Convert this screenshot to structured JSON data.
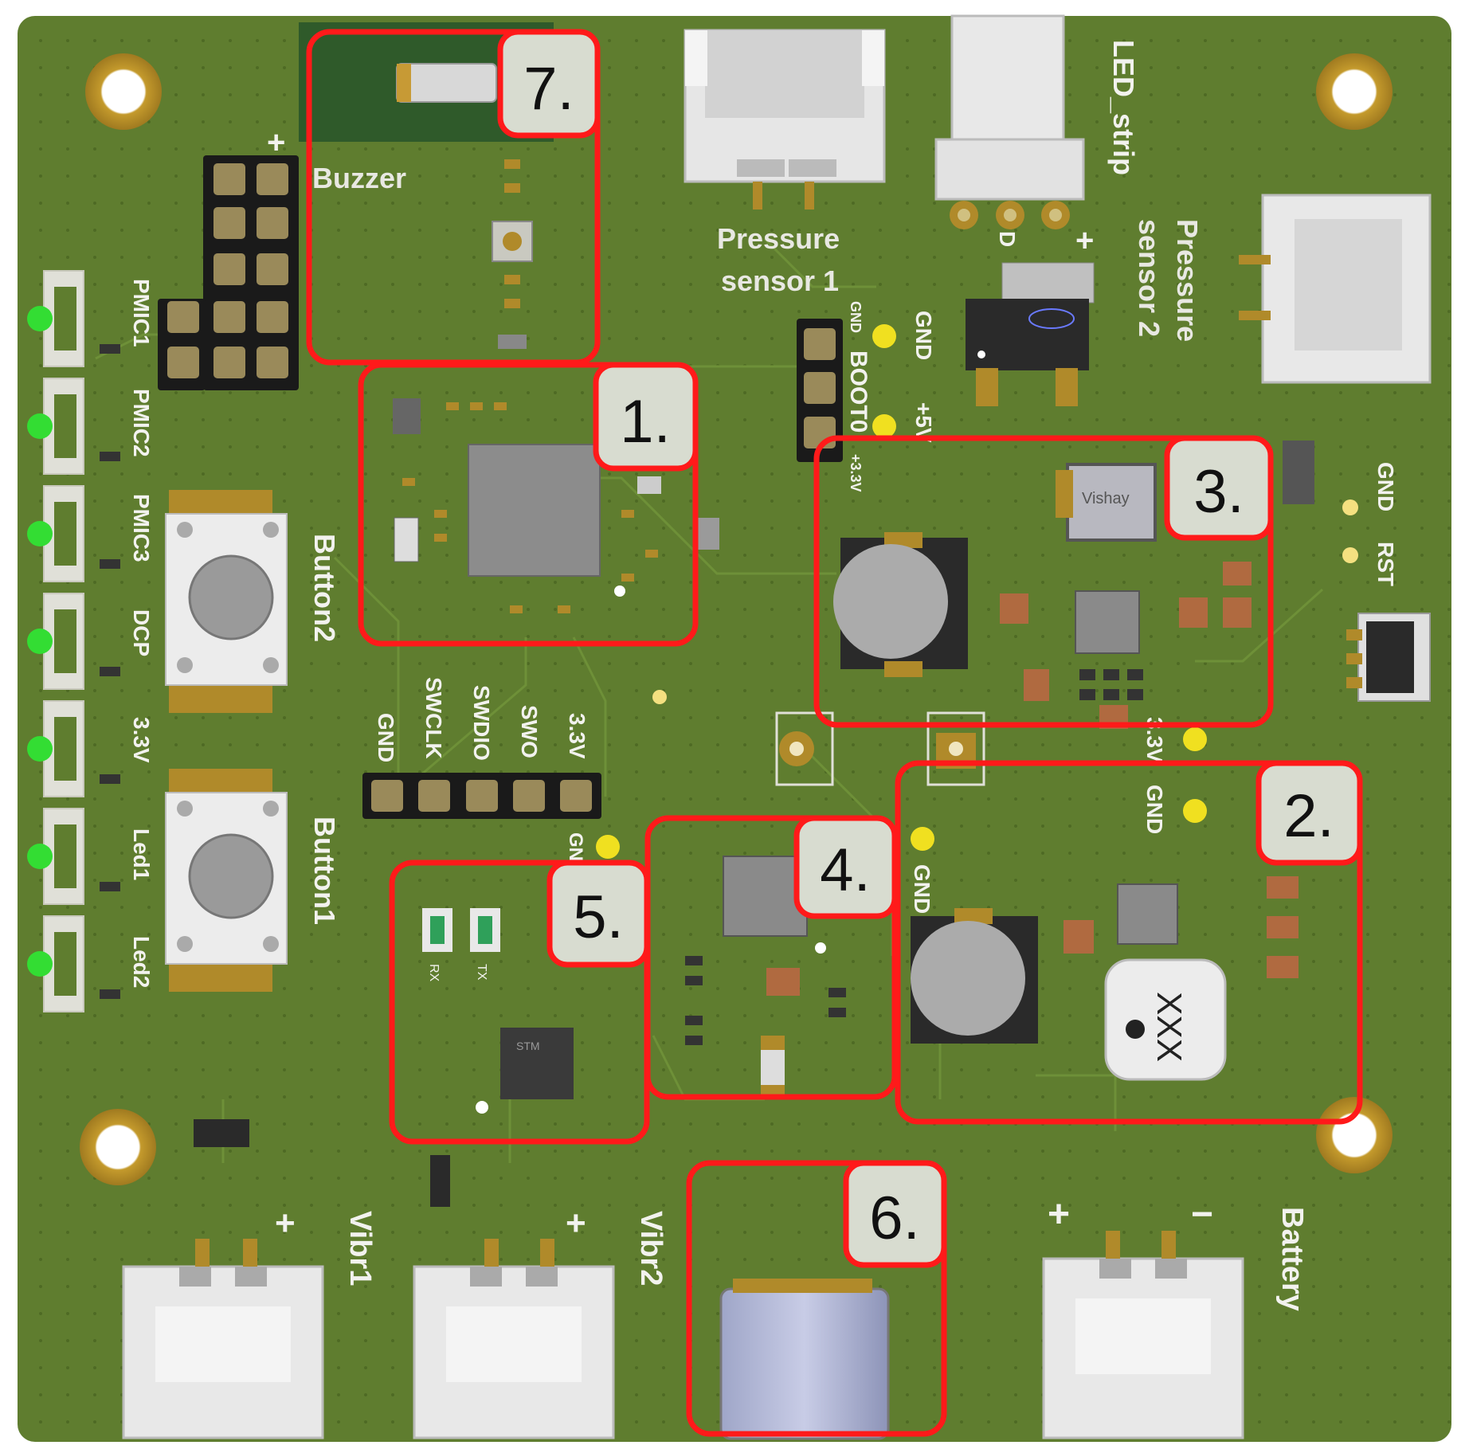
{
  "board": {
    "colors": {
      "pcb": "#5f7d2f",
      "pcb_light": "#6a8a36",
      "silkscreen": "#f2f2ee",
      "pad_gold": "#b08a2a",
      "callout_red": "#ff1a1a",
      "callout_fill": "#d8dcd0",
      "led_green": "#33dd33",
      "test_point_yellow": "#f0e020"
    },
    "labels": {
      "buzzer": "Buzzer",
      "pressure_sensor_1": "Pressure\nsensor 1",
      "led_strip": "LED_strip",
      "led_strip_pins": [
        "D",
        "+"
      ],
      "pressure_sensor_2": "Pressure\nsensor 2",
      "boot_header": [
        "GND",
        "BOOT0",
        "+3.3V"
      ],
      "boot_side": [
        "GND",
        "+5V"
      ],
      "pmic": [
        "PMIC1",
        "PMIC2",
        "PMIC3",
        "DCP",
        "3.3V",
        "Led1",
        "Led2"
      ],
      "button2": "Button2",
      "button1": "Button1",
      "swd_pins": [
        "GND",
        "SWCLK",
        "SWDIO",
        "SWO",
        "3.3V"
      ],
      "gnd_rst": [
        "GND",
        "RST"
      ],
      "reg_pins": [
        "3.3V",
        "GND"
      ],
      "gnd": "GND",
      "gnd_5v": "GND  +5V",
      "sub_rx": "RX",
      "sub_tx": "TX",
      "vibr1": "Vibr1",
      "vibr2": "Vibr2",
      "battery": "Battery",
      "plus": "+",
      "minus": "−",
      "inductor_mark": "Vishay",
      "inductor2_mark": "XXX",
      "chip_mark": "STM"
    },
    "callouts": [
      "1.",
      "2.",
      "3.",
      "4.",
      "5.",
      "6.",
      "7."
    ]
  }
}
